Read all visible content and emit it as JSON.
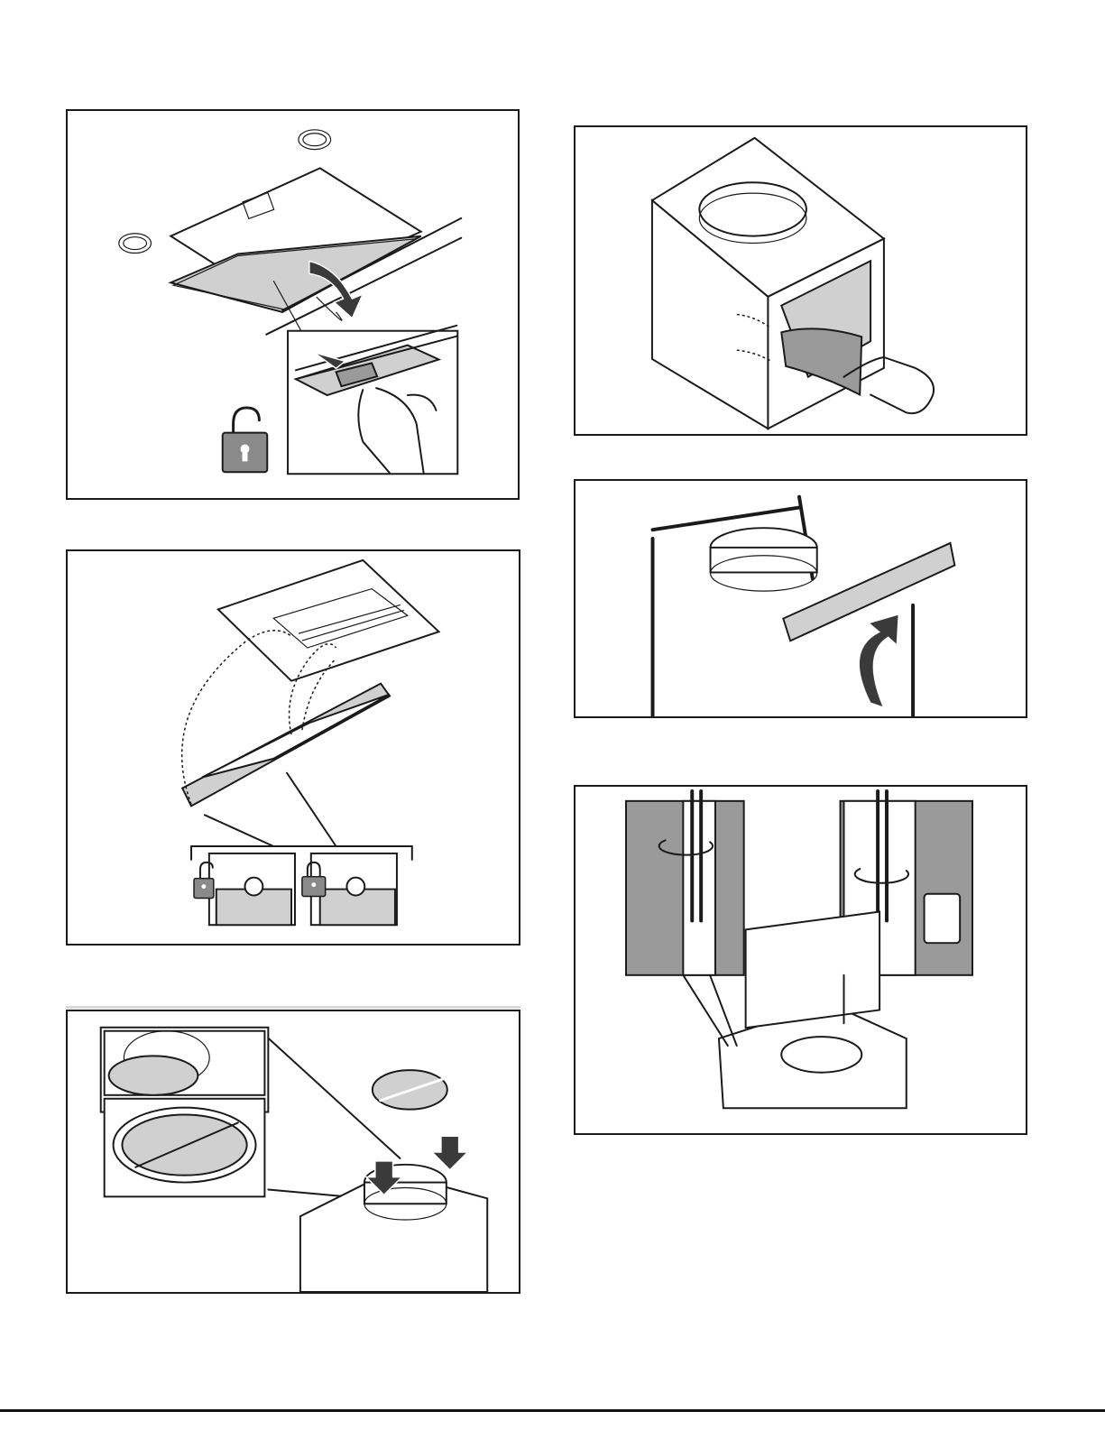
{
  "document": {
    "type": "installation-instructions-illustrations",
    "panels": [
      {
        "id": "remove-grease-filter",
        "icons": [
          "unlock-padlock-icon",
          "rotate-arrow-icon",
          "push-arrow-icon"
        ]
      },
      {
        "id": "filter-latch-detail",
        "icons": [
          "unlock-padlock-icon",
          "lock-padlock-icon"
        ]
      },
      {
        "id": "install-damper",
        "icons": [
          "down-arrow-icon",
          "down-arrow-icon"
        ]
      },
      {
        "id": "remove-protective-tape",
        "icons": [
          "hand-icon"
        ]
      },
      {
        "id": "remove-cover",
        "icons": [
          "curved-arrow-icon"
        ]
      },
      {
        "id": "screw-terminal-detail",
        "icons": [
          "rotate-arrow-icon",
          "rotate-arrow-icon"
        ]
      }
    ]
  }
}
